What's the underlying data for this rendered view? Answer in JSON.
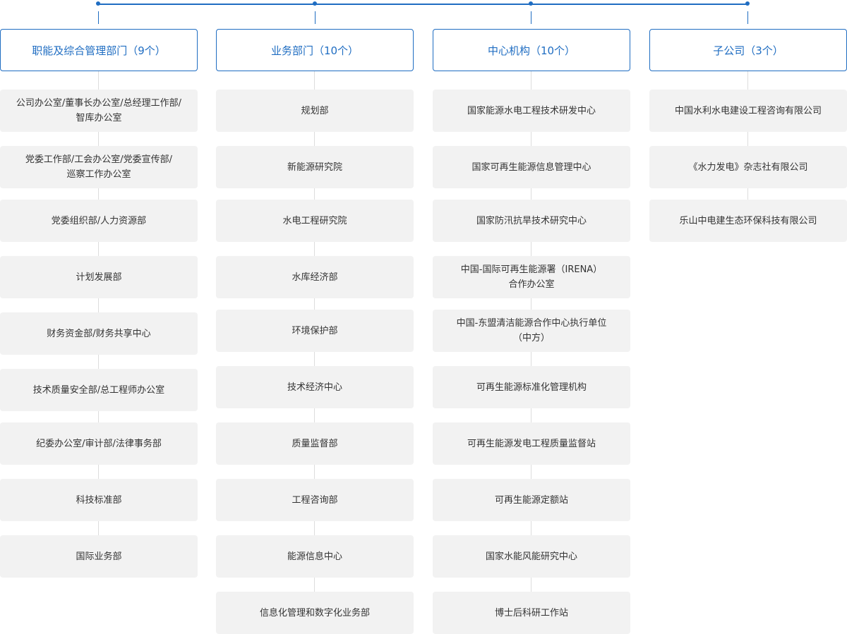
{
  "accent_color": "#1f6dc2",
  "columns": [
    {
      "header": "职能及综合管理部门（9个）",
      "items": [
        "公司办公室/董事长办公室/总经理工作部/\n智库办公室",
        "党委工作部/工会办公室/党委宣传部/\n巡察工作办公室",
        "党委组织部/人力资源部",
        "计划发展部",
        "财务资金部/财务共享中心",
        "技术质量安全部/总工程师办公室",
        "纪委办公室/审计部/法律事务部",
        "科技标准部",
        "国际业务部"
      ]
    },
    {
      "header": "业务部门（10个）",
      "items": [
        "规划部",
        "新能源研究院",
        "水电工程研究院",
        "水库经济部",
        "环境保护部",
        "技术经济中心",
        "质量监督部",
        "工程咨询部",
        "能源信息中心",
        "信息化管理和数字化业务部"
      ]
    },
    {
      "header": "中心机构（10个）",
      "items": [
        "国家能源水电工程技术研发中心",
        "国家可再生能源信息管理中心",
        "国家防汛抗旱技术研究中心",
        "中国-国际可再生能源署（IRENA）\n合作办公室",
        "中国-东盟清洁能源合作中心执行单位\n（中方）",
        "可再生能源标准化管理机构",
        "可再生能源发电工程质量监督站",
        "可再生能源定额站",
        "国家水能风能研究中心",
        "博士后科研工作站"
      ]
    },
    {
      "header": "子公司（3个）",
      "items": [
        "中国水利水电建设工程咨询有限公司",
        "《水力发电》杂志社有限公司",
        "乐山中电建生态环保科技有限公司"
      ]
    }
  ]
}
